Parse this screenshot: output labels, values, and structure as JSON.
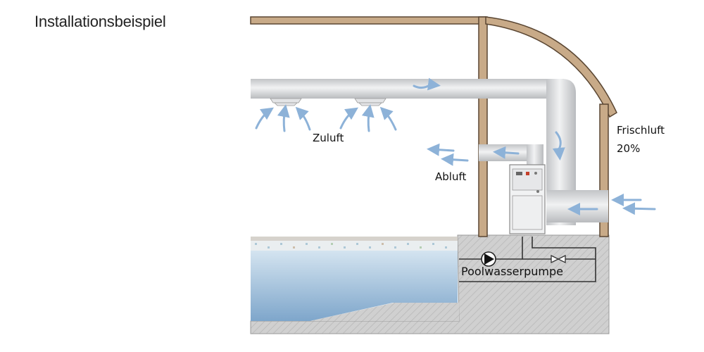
{
  "title": "Installationsbeispiel",
  "labels": {
    "supply_air": "Zuluft",
    "exhaust_air": "Abluft",
    "fresh_air": "Frischluft",
    "fresh_air_pct": "20%",
    "pool_pump": "Poolwasserpumpe"
  },
  "colors": {
    "wall": "#c8aa88",
    "wall_outline": "#5a4632",
    "duct": "#d8d9db",
    "water_top": "#cfe1ee",
    "water_bottom": "#7fa7cc",
    "ground": "#cfcfcf",
    "airflow_arrow": "#8db2d8"
  },
  "icons": [
    "pump-icon",
    "valve-icon",
    "airflow-arrow-icon",
    "diffuser-icon",
    "dehumidifier-unit"
  ]
}
